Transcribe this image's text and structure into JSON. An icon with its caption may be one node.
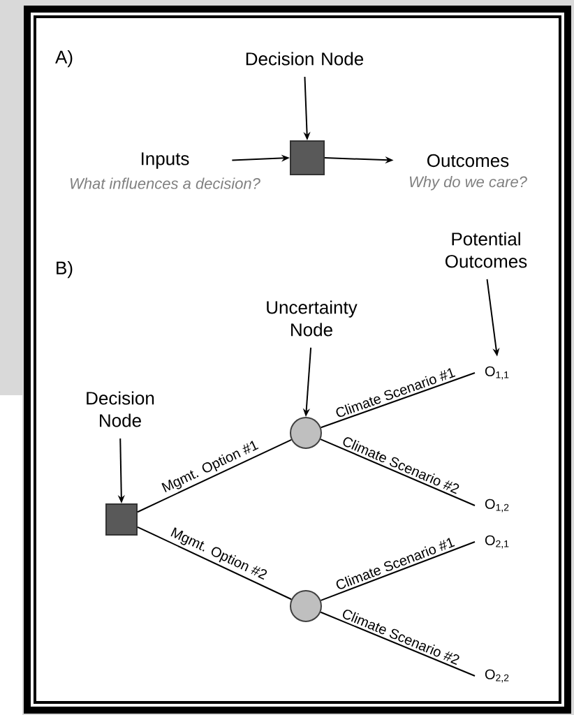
{
  "diagram": {
    "nodes": [
      {
        "text": [
          "Decision Node"
        ]
      },
      {
        "text": [],
        "shape": "box"
      },
      {
        "text": [
          "Inputs"
        ],
        "beside": [
          "What influences a decision?"
        ]
      },
      {
        "text": [
          "Outcomes"
        ],
        "beside": [
          "Why do we care?"
        ]
      },
      {
        "text": [
          "Potential Outcomes"
        ]
      },
      {
        "text": [
          "Uncertainty Node"
        ]
      },
      {
        "text": [
          "Decision Node"
        ]
      },
      {
        "text": [],
        "shape": "box"
      },
      {
        "text": [],
        "shape": "circle"
      },
      {
        "text": [],
        "shape": "circle"
      },
      {
        "text": [
          "O$_{1,1}$"
        ]
      },
      {
        "text": [
          "O$_{1,2}$"
        ]
      },
      {
        "text": [
          "O$_{2,1}$"
        ]
      },
      {
        "text": [
          "O$_{2,2}$"
        ]
      }
    ],
    "edges": [
      {
        "from": 0,
        "to": 1,
        "arrow": "to"
      },
      {
        "from": 2,
        "to": 1,
        "arrow": "to"
      },
      {
        "from": 1,
        "to": 3,
        "arrow": "to"
      },
      {
        "from": 4,
        "to": 10,
        "arrow": "to"
      },
      {
        "from": 5,
        "to": 8,
        "arrow": "to"
      },
      {
        "from": 6,
        "to": 7,
        "arrow": "to"
      },
      {
        "from": 7,
        "to": 8,
        "arrow": "none",
        "label": "Mgmt. Option #1"
      },
      {
        "from": 7,
        "to": 9,
        "arrow": "none",
        "label": "Mgmt. Option #2"
      },
      {
        "from": 8,
        "to": 10,
        "arrow": "none",
        "label": "Climate Scenario #1"
      },
      {
        "from": 8,
        "to": 11,
        "arrow": "none",
        "label": "Climate Scenario #2"
      },
      {
        "from": 9,
        "to": 12,
        "arrow": "none",
        "label": "Climate Scenario #1"
      },
      {
        "from": 9,
        "to": 13,
        "arrow": "none",
        "label": "Climate Scenario #2"
      }
    ],
    "labels": [
      "A)",
      "B)"
    ]
  }
}
